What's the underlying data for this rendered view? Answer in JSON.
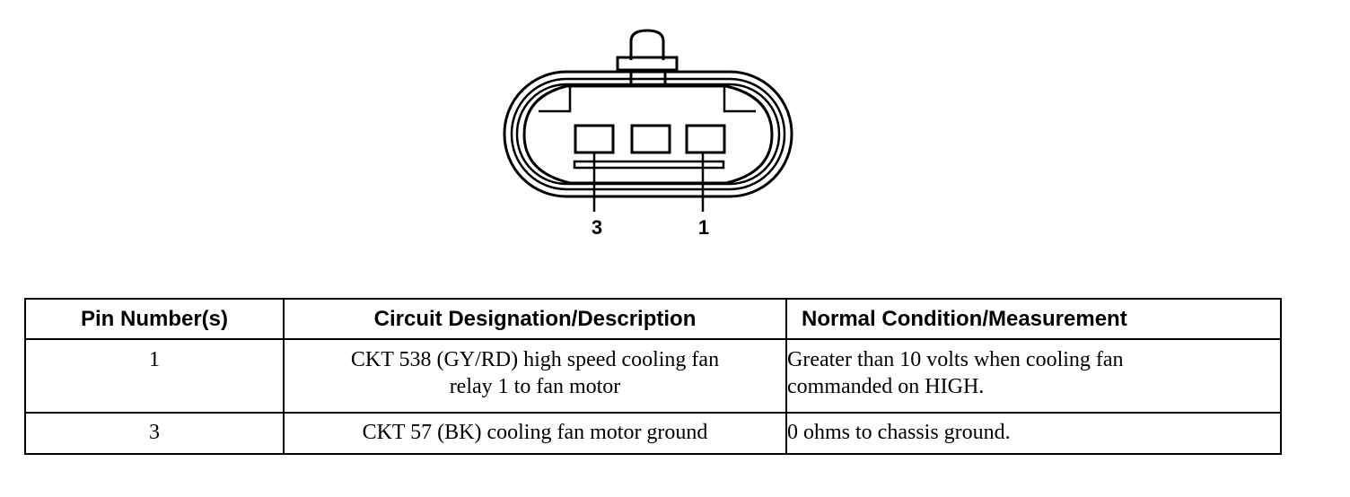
{
  "diagram": {
    "pin_labels": [
      "3",
      "1"
    ]
  },
  "table": {
    "headers": [
      "Pin Number(s)",
      "Circuit Designation/Description",
      "Normal Condition/Measurement"
    ],
    "rows": [
      {
        "pin": "1",
        "description": [
          "CKT 538 (GY/RD) high speed cooling fan",
          "relay 1 to fan motor"
        ],
        "condition": [
          "Greater than 10 volts when cooling fan",
          "commanded on HIGH."
        ]
      },
      {
        "pin": "3",
        "description": [
          "CKT 57 (BK) cooling fan motor ground"
        ],
        "condition": [
          "0 ohms to chassis ground."
        ]
      }
    ]
  }
}
